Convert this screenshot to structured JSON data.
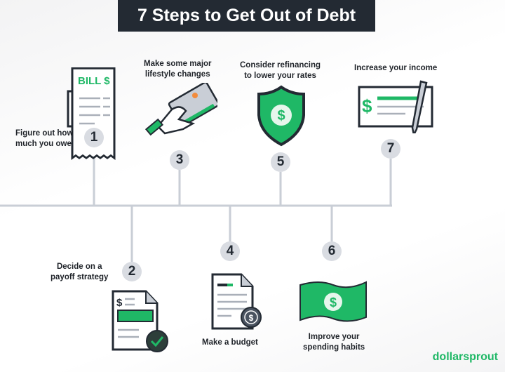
{
  "title": "7 Steps to Get Out of Debt",
  "steps": [
    {
      "number": "1",
      "label_line1": "Figure out how",
      "label_line2": "much you owe",
      "icon": "bill-icon",
      "bill_text": "BILL $"
    },
    {
      "number": "2",
      "label_line1": "Decide on a",
      "label_line2": "payoff strategy",
      "icon": "document-check-icon"
    },
    {
      "number": "3",
      "label_line1": "Make some major",
      "label_line2": "lifestyle changes",
      "icon": "hand-card-icon"
    },
    {
      "number": "4",
      "label_line1": "Make a budget",
      "icon": "budget-document-icon"
    },
    {
      "number": "5",
      "label_line1": "Consider refinancing",
      "label_line2": "to lower your rates",
      "icon": "shield-dollar-icon"
    },
    {
      "number": "6",
      "label_line1": "Improve your",
      "label_line2": "spending habits",
      "icon": "cash-bill-icon"
    },
    {
      "number": "7",
      "label_line1": "Increase your income",
      "icon": "check-pen-icon"
    }
  ],
  "logo": "dollarsprout",
  "colors": {
    "green": "#1fb866",
    "dark": "#232a33",
    "line": "#c9ced6"
  }
}
